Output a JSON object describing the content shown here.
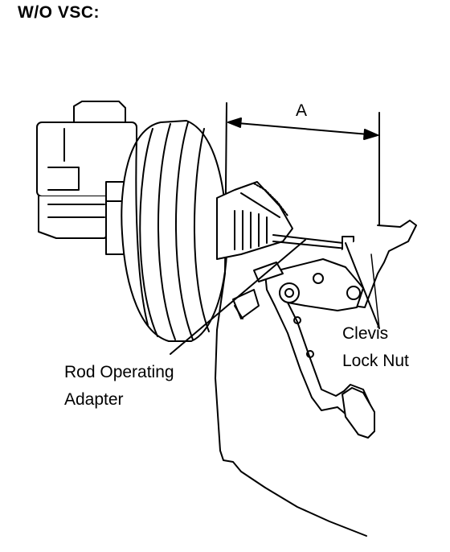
{
  "header": {
    "title": "W/O VSC:"
  },
  "dimension": {
    "label": "A"
  },
  "callouts": {
    "clevis": "Clevis",
    "lock_nut": "Lock Nut",
    "rod_operating": "Rod Operating",
    "adapter": "Adapter"
  }
}
